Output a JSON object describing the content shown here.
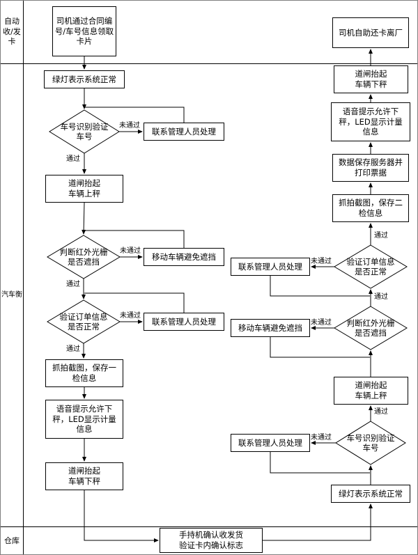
{
  "lanes": {
    "lane1": "自动\n收/发\n卡",
    "lane2": "汽车衡",
    "lane3": "仓库"
  },
  "labels": {
    "pass": "通过",
    "fail": "未通过"
  },
  "nodes": {
    "card_pickup": "司机通过合同编\n号/车号信息领取\n卡片",
    "green_light": "绿灯表示系统正常",
    "verify_plate": "车号识别验证\n车号",
    "contact_admin": "联系管理人员处理",
    "gate_up_on": "道闸抬起\n车辆上秤",
    "infrared_check": "判断红外光栅\n是否遮挡",
    "move_vehicle": "移动车辆避免遮挡",
    "verify_order": "验证订单信息\n是否正常",
    "capture_first": "抓拍截图，保存一\n检信息",
    "voice_led": "语音提示允许下\n秤，LED显示计量\n信息",
    "gate_up_off": "道闸抬起\n车辆下秤",
    "handheld_confirm": "手持机确认收发货\n验证卡内确认标志",
    "capture_second": "抓拍截图，保存二\n检信息",
    "save_server_print": "数据保存服务器并\n打印票据",
    "driver_return_card": "司机自助还卡离厂"
  }
}
